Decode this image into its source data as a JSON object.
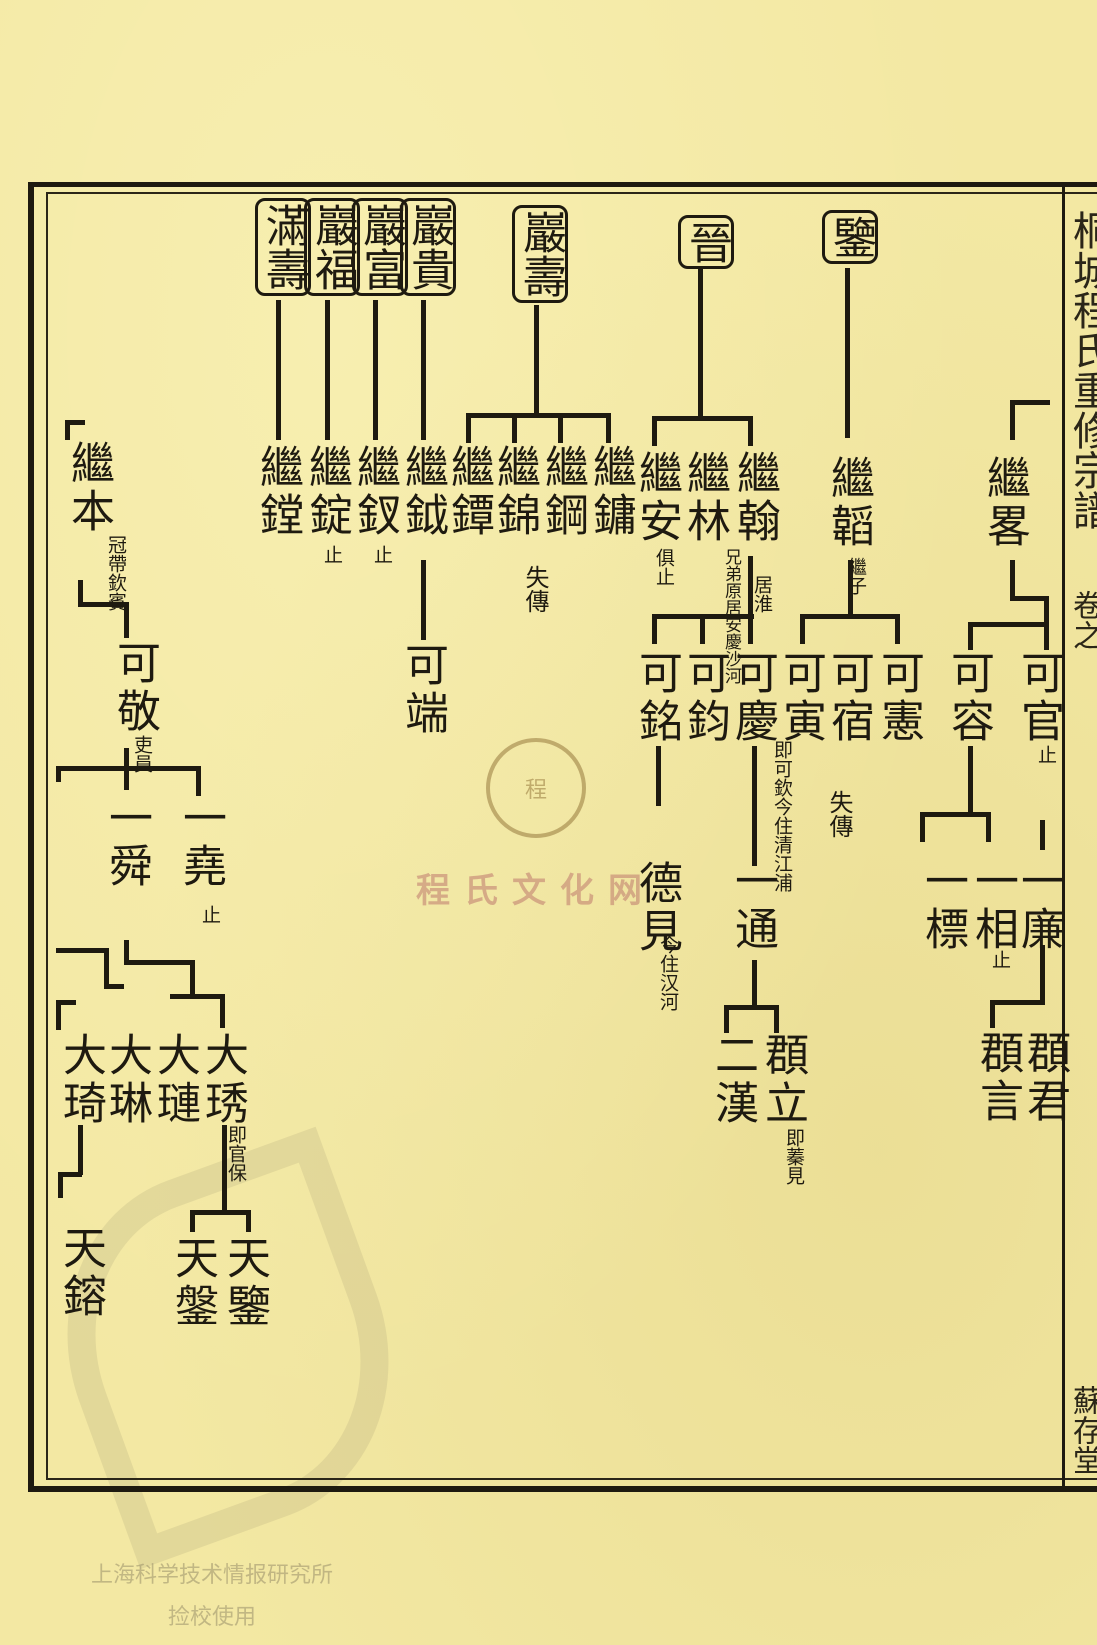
{
  "right_edge": {
    "title_column": "桐城程氏重修宗譜",
    "page_mark": "卷之",
    "bottom_mark": "蘇存堂"
  },
  "heads": [
    "滿壽",
    "巖福",
    "巖富",
    "巖貴",
    "巖壽",
    "晉",
    "鑒"
  ],
  "names": {
    "ji_lu": "繼畧",
    "ji_tao": "繼韜",
    "ji_han": "繼翰",
    "ji_lin": "繼林",
    "ji_an": "繼安",
    "ji_yong": "繼鏞",
    "ji_gang": "繼鋼",
    "ji_jin": "繼錦",
    "ji_dan": "繼鐔",
    "ji_yue": "繼鉞",
    "ji_cha": "繼釵",
    "ji_ding": "繼錠",
    "ji_tang": "繼鏜",
    "ji_ben": "繼本",
    "ke_guan": "可官",
    "ke_rong": "可容",
    "ke_xian": "可憲",
    "ke_su": "可宿",
    "ke_yin": "可寅",
    "ke_qing": "可慶",
    "ke_jun": "可鈞",
    "ke_ming": "可銘",
    "ke_duan": "可端",
    "ke_jing": "可敬",
    "yi_lian": "一廉",
    "yi_xiang": "一相",
    "yi_biao": "一標",
    "yi_tong": "一通",
    "de_jian": "德見",
    "yi_yao": "一堯",
    "yi_shun": "一舜",
    "yu_jun": "頵君",
    "yu_yan": "頵言",
    "yu_li": "頵立",
    "er_han": "二漢",
    "da_xiu": "大琇",
    "da_lian": "大璉",
    "da_lin": "大琳",
    "da_qi": "大琦",
    "tian_jian": "天鑒",
    "tian_pan": "天鎜",
    "tian_rong": "天鎔"
  },
  "notes": {
    "zhi": "止",
    "shi_chuan": "失傳",
    "ji_zi": "繼子",
    "ji_lin_note": "兄弟原居安慶沙河",
    "ji_han_note": "居淮",
    "ju_zhi": "俱止",
    "ke_qing_note": "即可欽今住清江浦",
    "de_jian_note": "今住汉河",
    "yu_li_note": "即蓁見",
    "ji_ben_note": "冠帶欽賓",
    "ke_jing_note": "吏員",
    "da_xiu_note": "即官保"
  },
  "watermark": {
    "seal": "程",
    "site": "程氏文化网"
  },
  "library_stamp": {
    "line1": "上海科学技术情报研究所",
    "line2": "捡校使用"
  }
}
